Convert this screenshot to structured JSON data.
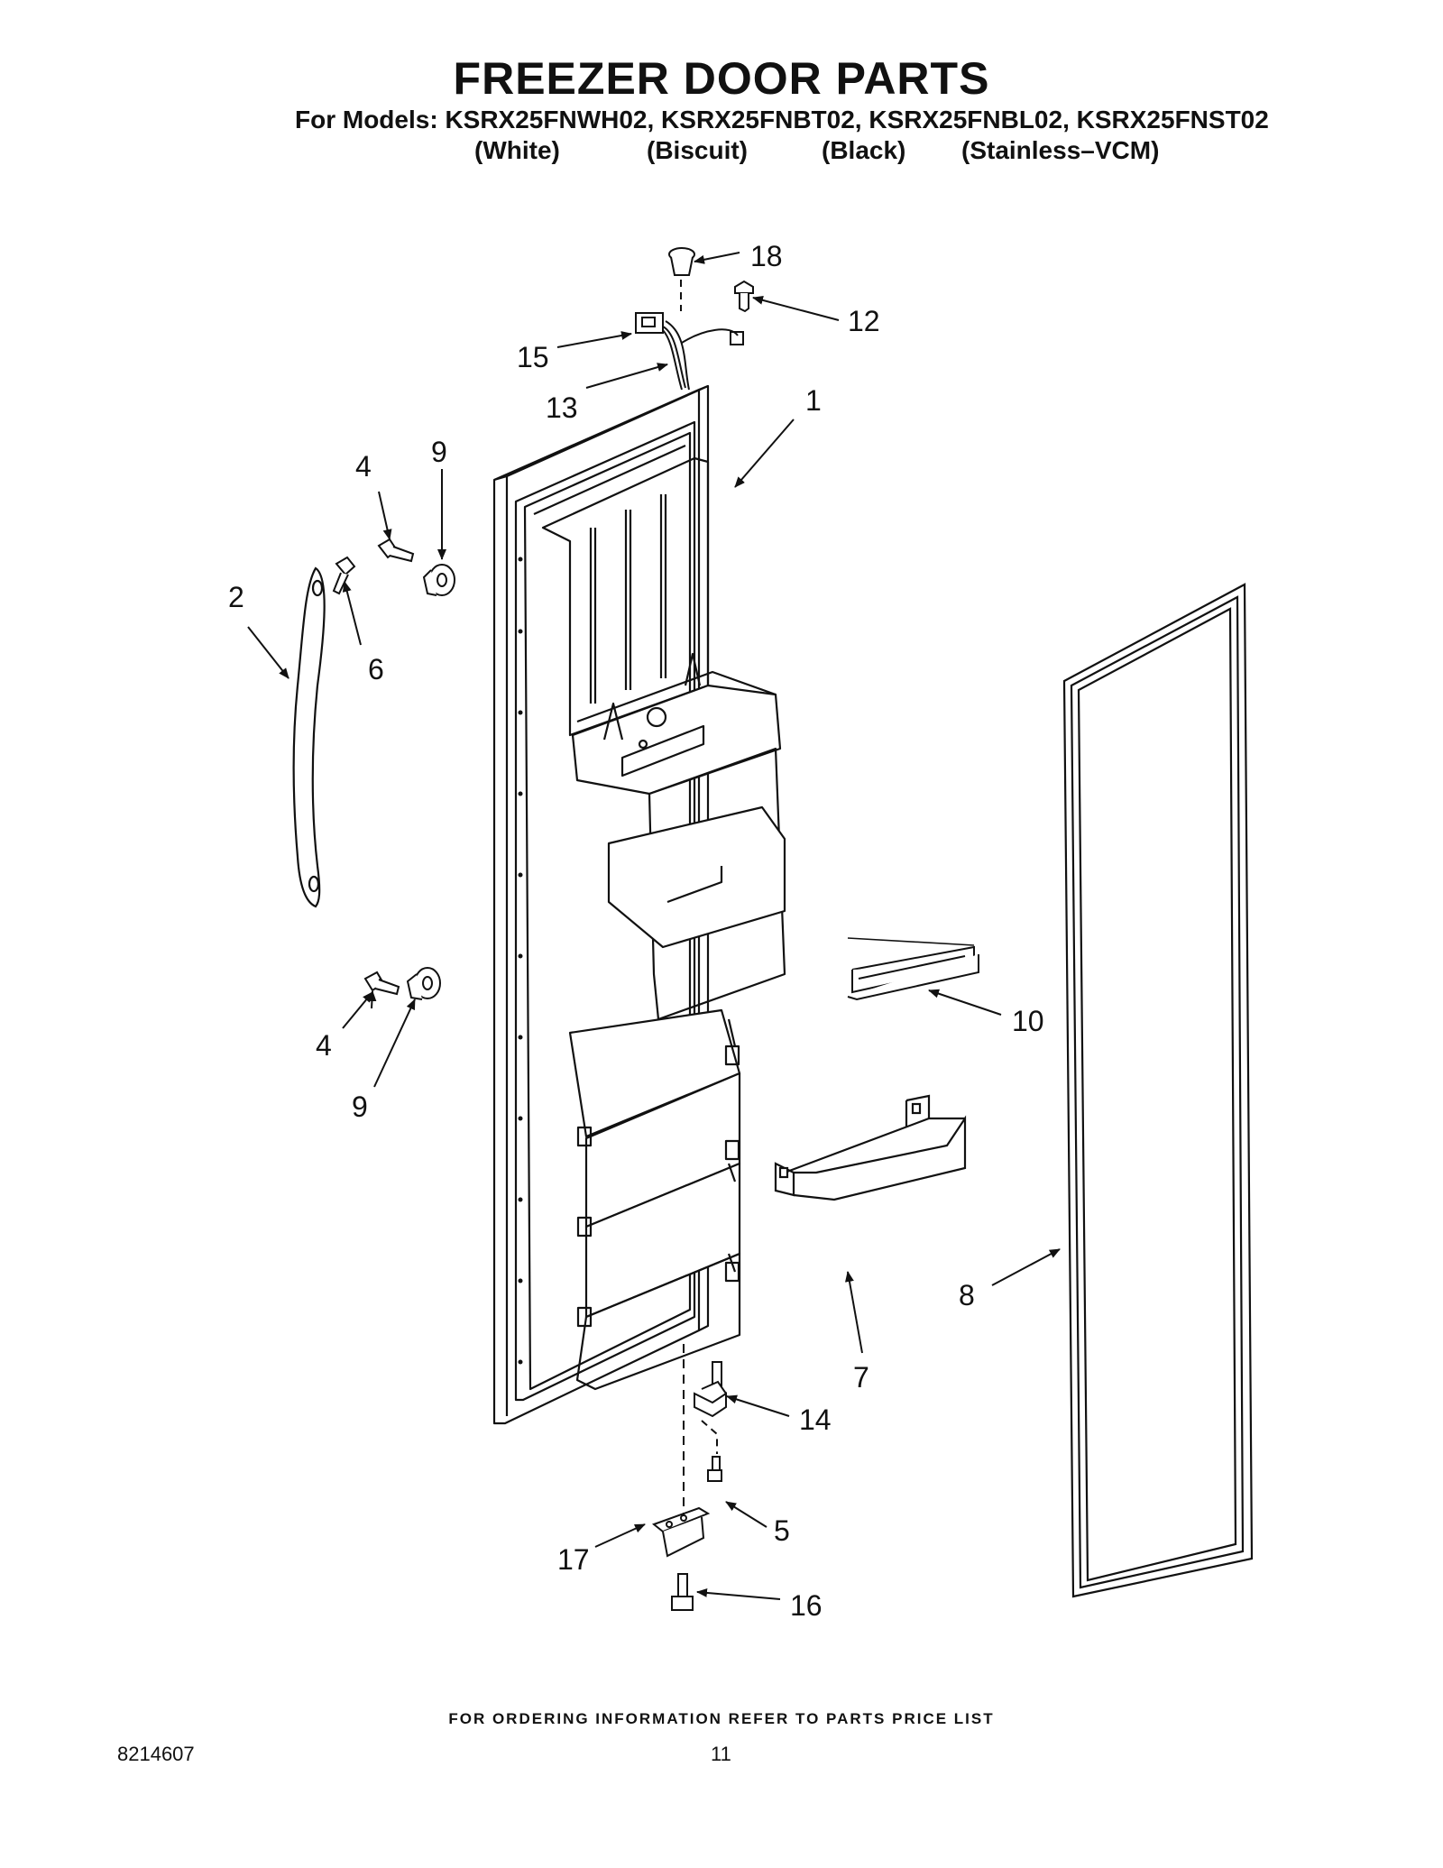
{
  "header": {
    "title": "FREEZER DOOR PARTS",
    "models": "For Models: KSRX25FNWH02, KSRX25FNBT02, KSRX25FNBL02, KSRX25FNST02",
    "colors": [
      "(White)",
      "(Biscuit)",
      "(Black)",
      "(Stainless–VCM)"
    ]
  },
  "callouts": {
    "c1": "1",
    "c2": "2",
    "c4a": "4",
    "c4b": "4",
    "c5": "5",
    "c6": "6",
    "c7": "7",
    "c8": "8",
    "c9a": "9",
    "c9b": "9",
    "c10": "10",
    "c12": "12",
    "c13": "13",
    "c14": "14",
    "c15": "15",
    "c16": "16",
    "c17": "17",
    "c18": "18"
  },
  "footer": {
    "note": "FOR ORDERING INFORMATION REFER TO PARTS PRICE LIST",
    "doc_number": "8214607",
    "page_number": "11"
  }
}
